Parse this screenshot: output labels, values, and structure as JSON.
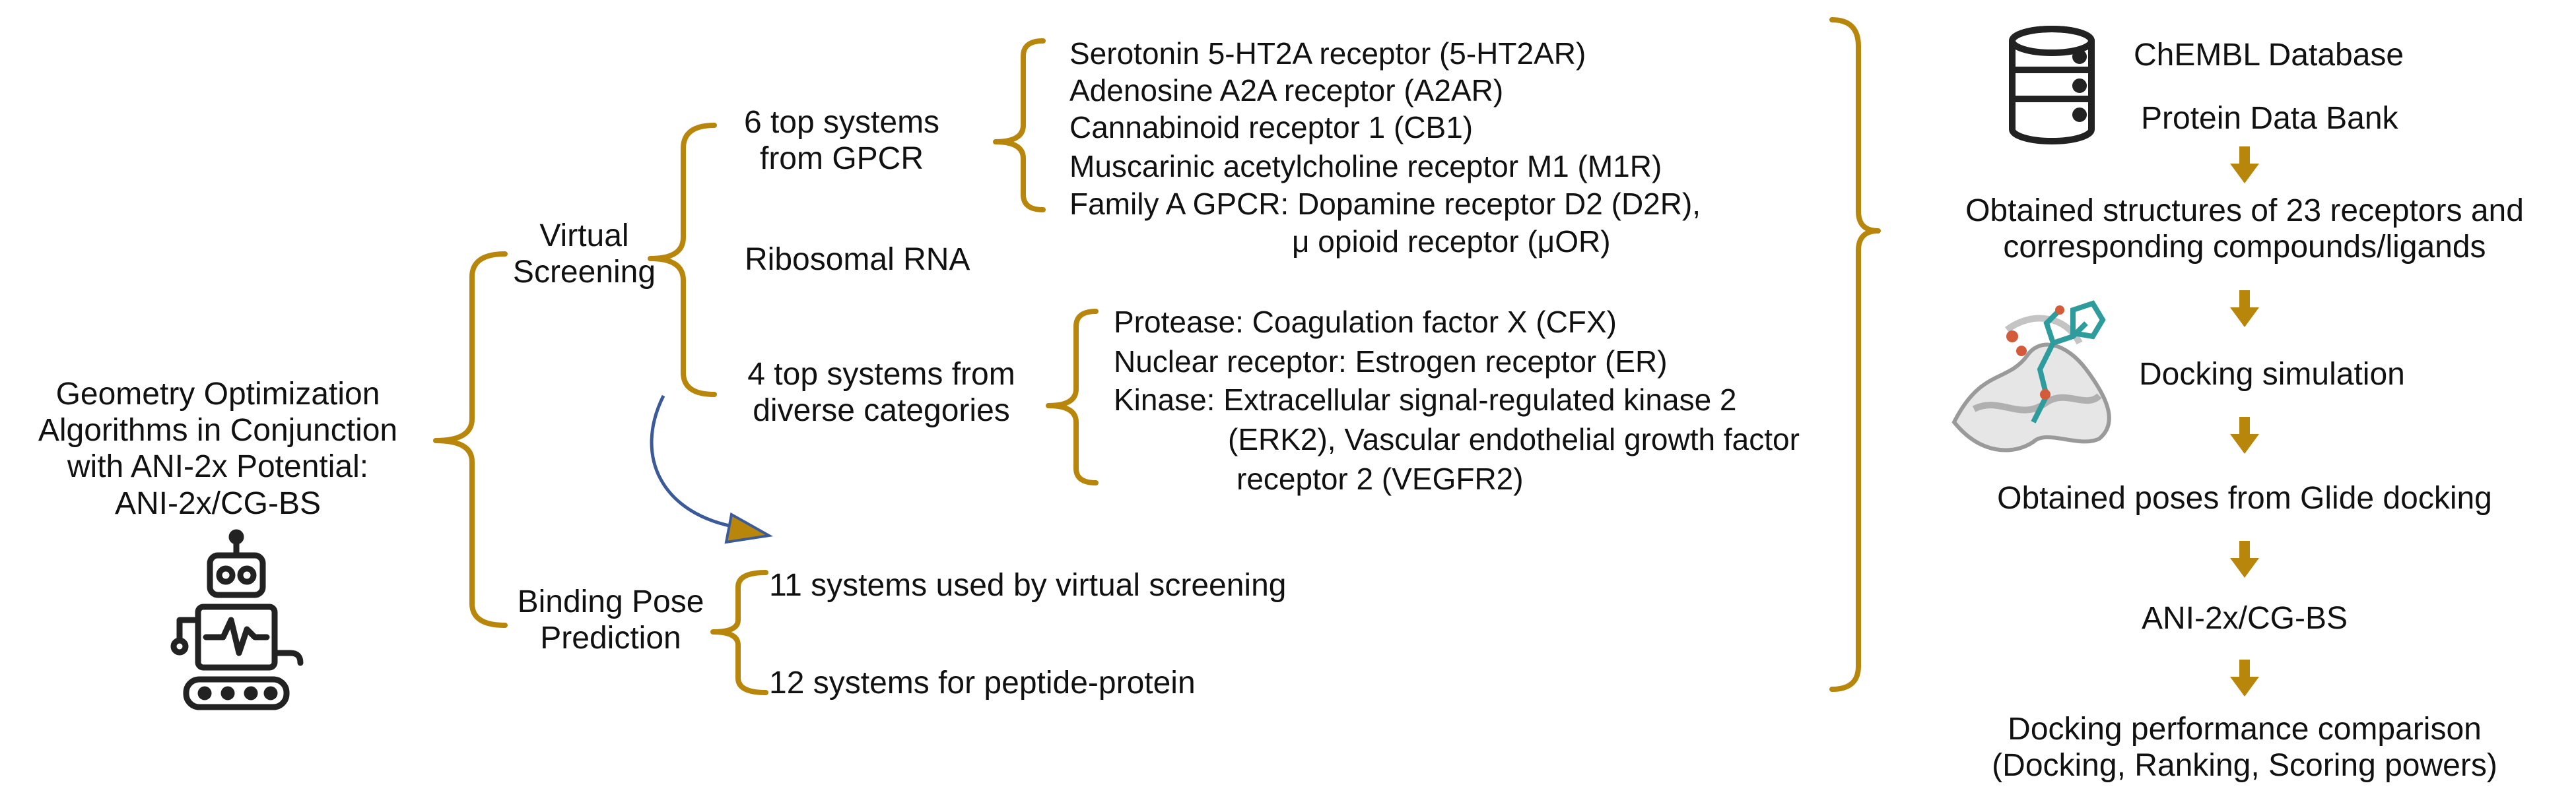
{
  "colors": {
    "bracket": "#B8860B",
    "arrow": "#B8860B",
    "curve": "#3A5A9A",
    "robot": "#222222",
    "molecule_teal": "#2E9C9C",
    "molecule_red": "#D45B3A"
  },
  "icons": [
    "robot-icon",
    "database-icon",
    "protein-structure-icon",
    "down-arrow-icon",
    "curved-arrow-icon"
  ],
  "left": {
    "line1": "Geometry Optimization",
    "line2": "Algorithms in Conjunction",
    "line3": "with ANI-2x Potential:",
    "line4": "ANI-2x/CG-BS"
  },
  "branches": {
    "virtual_screening": [
      "Virtual",
      "Screening"
    ],
    "binding_pose": [
      "Binding Pose",
      "Prediction"
    ]
  },
  "vs": {
    "gpcr_group": [
      "6 top systems",
      "from GPCR"
    ],
    "ribosomal": "Ribosomal RNA",
    "diverse_group": [
      "4 top systems from",
      "diverse categories"
    ],
    "gpcr_items": [
      "Serotonin 5-HT2A receptor (5-HT2AR)",
      "Adenosine A2A receptor (A2AR)",
      "Cannabinoid receptor 1 (CB1)",
      "Muscarinic acetylcholine receptor M1 (M1R)",
      "Family A GPCR: Dopamine receptor D2 (D2R),",
      "μ opioid receptor (μOR)"
    ],
    "diverse_items": [
      "Protease: Coagulation factor X (CFX)",
      "Nuclear receptor: Estrogen receptor (ER)",
      "Kinase: Extracellular signal-regulated kinase 2",
      "(ERK2), Vascular endothelial growth factor",
      "receptor 2 (VEGFR2)"
    ]
  },
  "pose": {
    "items": [
      "11 systems used by virtual screening",
      "12 systems for peptide-protein"
    ]
  },
  "workflow": {
    "db1": "ChEMBL Database",
    "db2": "Protein Data Bank",
    "step1": [
      "Obtained structures of 23 receptors and",
      "corresponding compounds/ligands"
    ],
    "step2": "Docking simulation",
    "step3": "Obtained poses from Glide docking",
    "step4": "ANI-2x/CG-BS",
    "step5": [
      "Docking performance comparison",
      "(Docking, Ranking, Scoring powers)"
    ]
  }
}
